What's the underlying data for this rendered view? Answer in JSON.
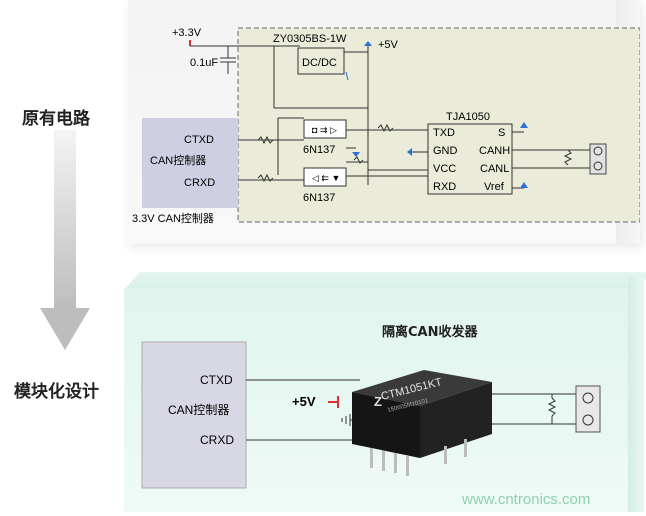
{
  "labels": {
    "original_circuit": "原有电路",
    "module_design": "模块化设计"
  },
  "top_diagram": {
    "supply_33v": "+3.3V",
    "cap": "0.1uF",
    "dcdc_part": "ZY0305BS-1W",
    "dcdc_box": "DC/DC",
    "supply_5v": "+5V",
    "transceiver": "TJA1050",
    "tja_pins": [
      "TXD",
      "S",
      "GND",
      "CANH",
      "VCC",
      "CANL",
      "RXD",
      "Vref"
    ],
    "opto1": "6N137",
    "opto2": "6N137",
    "controller_pins": [
      "CTXD",
      "CAN控制器",
      "CRXD"
    ],
    "controller_caption": "3.3V CAN控制器"
  },
  "bottom_diagram": {
    "module_title": "隔离CAN收发器",
    "controller_pins": [
      "CTXD",
      "CAN控制器",
      "CRXD"
    ],
    "supply_5v": "+5V",
    "chip_label": "CTM1051KT",
    "chip_sub": "150605M10101"
  },
  "colors": {
    "wire": "#333333",
    "dashed_box_fill": "#ebebd9",
    "chip_body": "#1a1a1a",
    "power_red": "#d33",
    "power_blue": "#2f6fd6",
    "controller_fill": "#cfcfe4"
  },
  "watermark": "www.cntronics.com"
}
